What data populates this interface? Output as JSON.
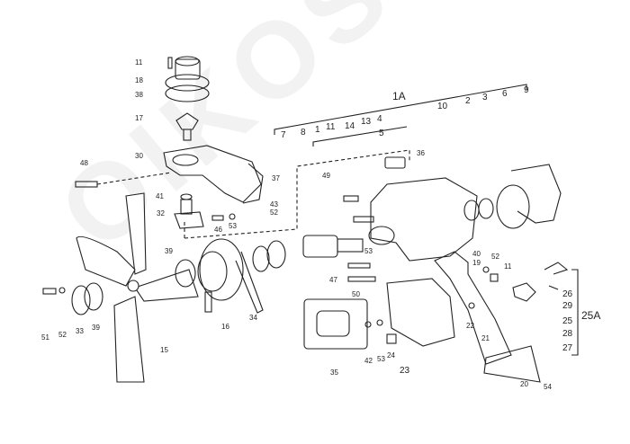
{
  "watermark": "OIKOS",
  "labels": [
    "11",
    "18",
    "38",
    "17",
    "30",
    "48",
    "37",
    "41",
    "43",
    "52",
    "32",
    "46",
    "53",
    "7",
    "8",
    "1",
    "11",
    "14",
    "13",
    "4",
    "5",
    "49",
    "36",
    "10",
    "2",
    "3",
    "6",
    "9",
    "1A",
    "39",
    "51",
    "52",
    "33",
    "39",
    "15",
    "16",
    "34",
    "53",
    "47",
    "50",
    "40",
    "19",
    "52",
    "11",
    "26",
    "29",
    "25",
    "25A",
    "28",
    "27",
    "22",
    "21",
    "35",
    "42",
    "53",
    "24",
    "23",
    "20",
    "54"
  ]
}
